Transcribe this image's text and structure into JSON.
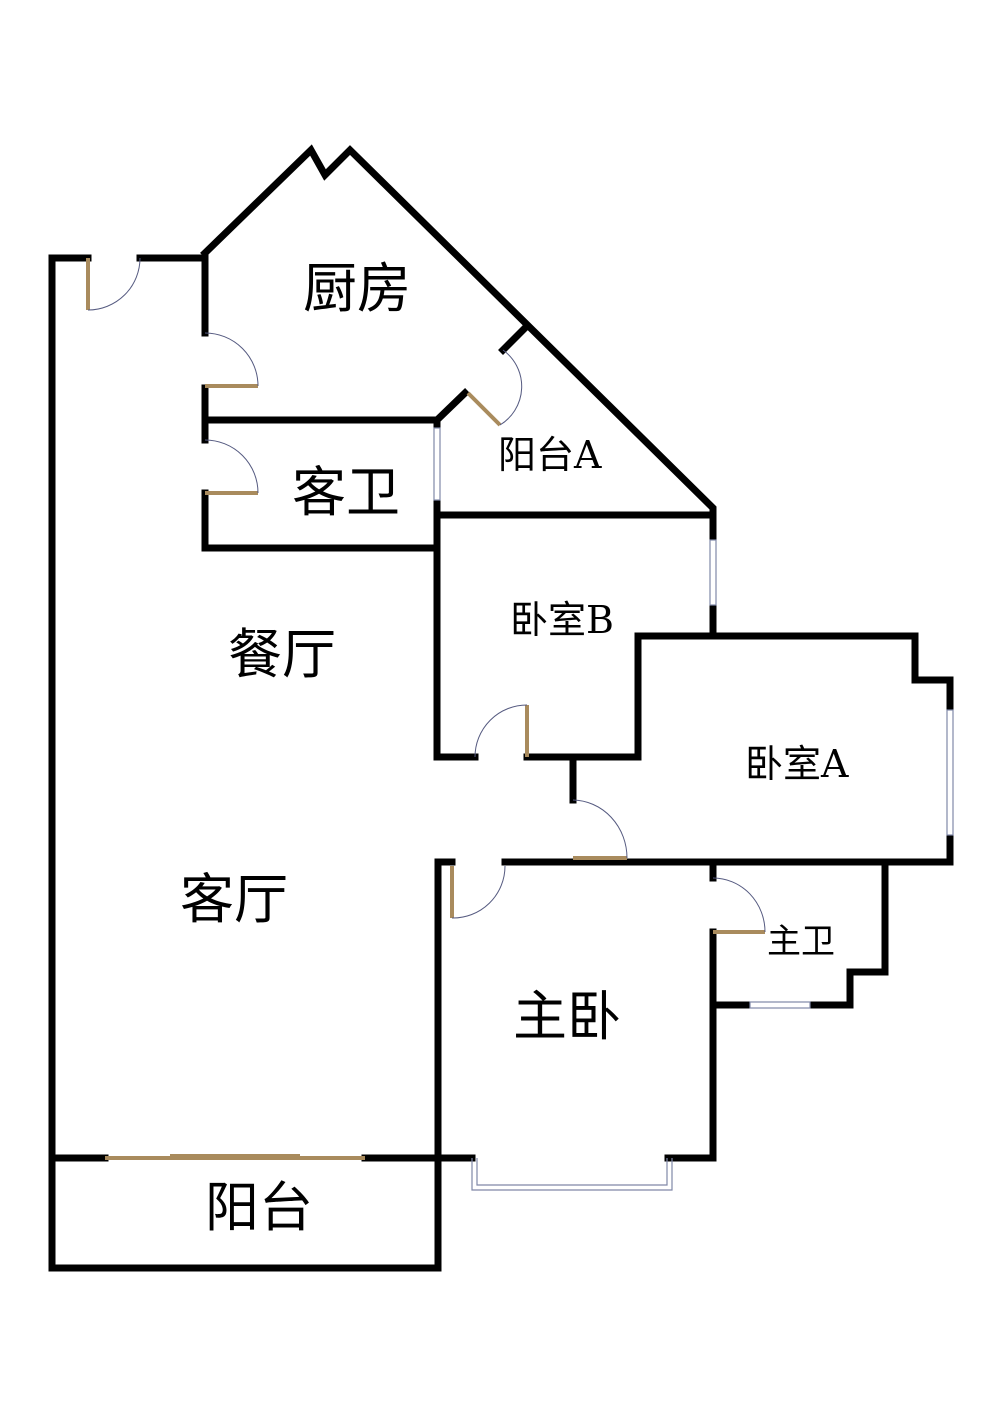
{
  "rooms": {
    "kitchen": "厨房",
    "guest_bath": "客卫",
    "balcony_a": "阳台A",
    "bedroom_b": "卧室B",
    "dining": "餐厅",
    "bedroom_a": "卧室A",
    "living": "客厅",
    "master_bath": "主卫",
    "master_bedroom": "主卧",
    "balcony": "阳台"
  },
  "colors": {
    "wall": "#000000",
    "door": "#a98b5d",
    "window": "#8088a8"
  }
}
